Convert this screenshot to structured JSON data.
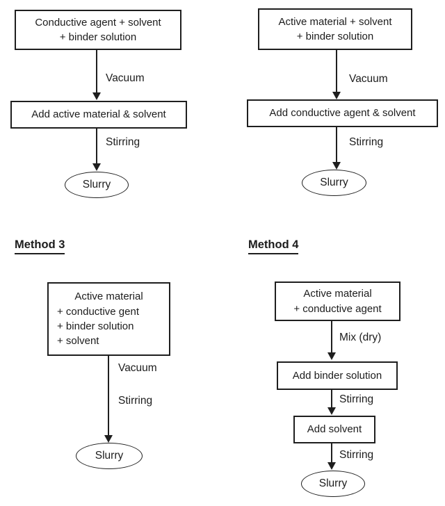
{
  "page": {
    "background": "#ffffff",
    "ink": "#1e1e1e"
  },
  "methods": {
    "method1": {
      "start_box_lines": [
        "Conductive agent + solvent",
        "+ binder solution"
      ],
      "arrow1_label": "Vacuum",
      "mid_box": "Add active material & solvent",
      "arrow2_label": "Stirring",
      "terminal": "Slurry"
    },
    "method2": {
      "start_box_lines": [
        "Active material + solvent",
        "+ binder solution"
      ],
      "arrow1_label": "Vacuum",
      "mid_box": "Add conductive agent & solvent",
      "arrow2_label": "Stirring",
      "terminal": "Slurry"
    },
    "method3": {
      "heading": "Method 3",
      "start_box_lines": [
        "Active material",
        "+ conductive gent",
        "+ binder solution",
        "+ solvent"
      ],
      "arrow_label_1": "Vacuum",
      "arrow_label_2": "Stirring",
      "terminal": "Slurry"
    },
    "method4": {
      "heading": "Method 4",
      "start_box_lines": [
        "Active material",
        "+ conductive agent"
      ],
      "arrow1_label": "Mix (dry)",
      "binder_box": "Add binder solution",
      "arrow2_label": "Stirring",
      "solvent_box": "Add solvent",
      "arrow3_label": "Stirring",
      "terminal": "Slurry"
    }
  }
}
